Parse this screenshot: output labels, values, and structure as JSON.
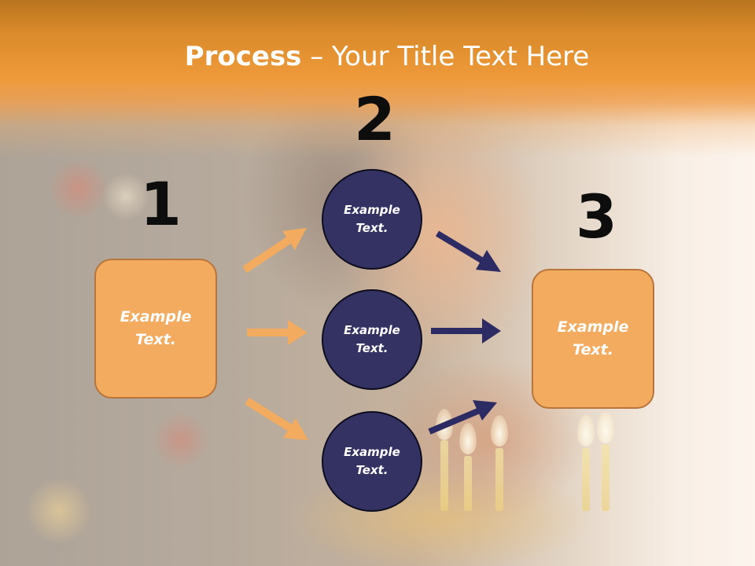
{
  "slide": {
    "title_bold": "Process",
    "title_rest": " – Your Title Text Here"
  },
  "steps": {
    "step1": {
      "number": "1",
      "text": "Example\nText."
    },
    "step2": {
      "number": "2",
      "circles": [
        "Example\nText.",
        "Example\nText.",
        "Example\nText."
      ]
    },
    "step3": {
      "number": "3",
      "text": "Example\nText."
    }
  },
  "colors": {
    "header_band": "#ef9a3a",
    "box_fill": "#f2ab5f",
    "box_border": "#b8753b",
    "circle_fill": "#343263",
    "orange_arrow": "#f2ab5f",
    "navy_arrow": "#2d2b63"
  },
  "icons": [
    "arrow-up-right-icon",
    "arrow-right-icon",
    "arrow-down-right-icon"
  ]
}
